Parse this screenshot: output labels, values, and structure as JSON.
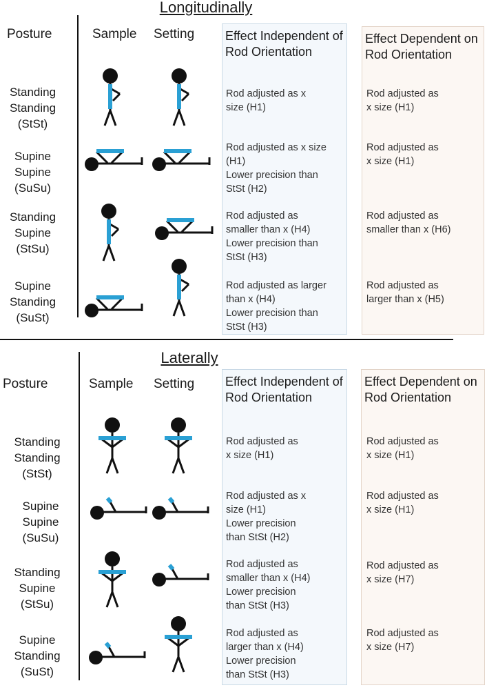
{
  "sections": [
    {
      "title": "Longitudinally",
      "headers": {
        "posture": "Posture",
        "sample": "Sample",
        "setting": "Setting",
        "independent": "Effect Independent of Rod Orientation",
        "dependent": "Effect Dependent on Rod Orientation"
      },
      "rows": [
        {
          "posture_lines": [
            "Standing",
            "Standing",
            "(StSt)"
          ],
          "sample_pose": "standing",
          "setting_pose": "standing",
          "independent_lines": [
            "Rod adjusted as x",
            "size (H1)"
          ],
          "dependent_lines": [
            "Rod adjusted as",
            "x size (H1)"
          ]
        },
        {
          "posture_lines": [
            "Supine",
            "Supine",
            "(SuSu)"
          ],
          "sample_pose": "supine",
          "setting_pose": "supine",
          "independent_lines": [
            "Rod adjusted as x size",
            "(H1)",
            "Lower precision than",
            "StSt (H2)"
          ],
          "dependent_lines": [
            "Rod adjusted as",
            "x size (H1)"
          ]
        },
        {
          "posture_lines": [
            "Standing",
            "Supine",
            "(StSu)"
          ],
          "sample_pose": "standing",
          "setting_pose": "supine",
          "independent_lines": [
            "Rod adjusted as",
            "smaller than x (H4)",
            "Lower precision than",
            "StSt (H3)"
          ],
          "dependent_lines": [
            "Rod adjusted as",
            "smaller than x (H6)"
          ]
        },
        {
          "posture_lines": [
            "Supine",
            "Standing",
            "(SuSt)"
          ],
          "sample_pose": "supine",
          "setting_pose": "standing",
          "independent_lines": [
            "Rod adjusted as larger",
            "than x (H4)",
            "Lower precision than",
            "StSt (H3)"
          ],
          "dependent_lines": [
            "Rod adjusted as",
            "larger than x (H5)"
          ]
        }
      ]
    },
    {
      "title": "Laterally",
      "headers": {
        "posture": "Posture",
        "sample": "Sample",
        "setting": "Setting",
        "independent": "Effect Independent of Rod Orientation",
        "dependent": "Effect Dependent on Rod Orientation"
      },
      "rows": [
        {
          "posture_lines": [
            "Standing",
            "Standing",
            "(StSt)"
          ],
          "sample_pose": "standing",
          "setting_pose": "standing",
          "independent_lines": [
            "Rod adjusted as",
            "x size (H1)"
          ],
          "dependent_lines": [
            "Rod adjusted as",
            "x size (H1)"
          ]
        },
        {
          "posture_lines": [
            "Supine",
            "Supine",
            "(SuSu)"
          ],
          "sample_pose": "supine",
          "setting_pose": "supine",
          "independent_lines": [
            "Rod adjusted as x",
            "size (H1)",
            "Lower precision",
            "than StSt (H2)"
          ],
          "dependent_lines": [
            "Rod adjusted as",
            "x size (H1)"
          ]
        },
        {
          "posture_lines": [
            "Standing",
            "Supine",
            "(StSu)"
          ],
          "sample_pose": "standing",
          "setting_pose": "supine",
          "independent_lines": [
            "Rod adjusted as",
            "smaller than x (H4)",
            "Lower precision",
            "than StSt (H3)"
          ],
          "dependent_lines": [
            "Rod adjusted as",
            "x size (H7)"
          ]
        },
        {
          "posture_lines": [
            "Supine",
            "Standing",
            "(SuSt)"
          ],
          "sample_pose": "supine",
          "setting_pose": "standing",
          "independent_lines": [
            "Rod adjusted as",
            "larger than x (H4)",
            "Lower precision",
            "than StSt (H3)"
          ],
          "dependent_lines": [
            "Rod adjusted as",
            "x size (H7)"
          ]
        }
      ]
    }
  ],
  "colors": {
    "rod": "#2aa0d4",
    "figure": "#111111",
    "independent_bg": "#f4f8fc",
    "dependent_bg": "#fcf7f3"
  }
}
